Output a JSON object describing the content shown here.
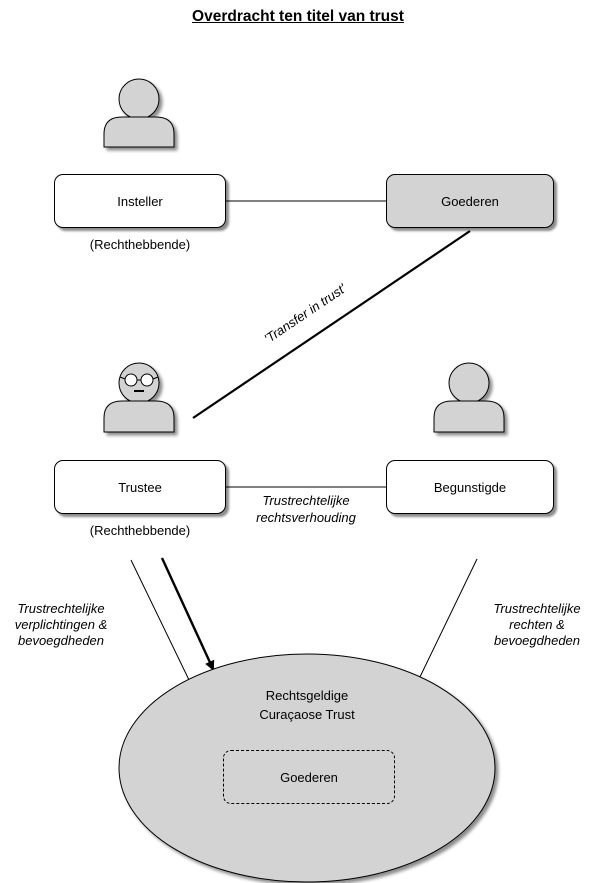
{
  "title": "Overdracht ten titel van trust",
  "nodes": {
    "insteller": "Insteller",
    "goederen": "Goederen",
    "trustee": "Trustee",
    "begunstigde": "Begunstigde",
    "trust": "Rechtsgeldige\nCuraçaose Trust",
    "inner_goederen": "Goederen"
  },
  "labels": {
    "insteller_role": "(Rechthebbende)",
    "trustee_role": "(Rechthebbende)",
    "transfer": "'Transfer in trust'",
    "relation": "Trustrechtelijke\nrechtsverhouding",
    "obligations": "Trustrechtelijke\nverplichtingen &\nbevoegdheden",
    "rights": "Trustrechtelijke\nrechten &\nbevoegdheden"
  },
  "colors": {
    "shaded_fill": "#d3d3d3",
    "person_fill": "#d3d3d3",
    "ellipse_fill": "#d3d3d3"
  }
}
